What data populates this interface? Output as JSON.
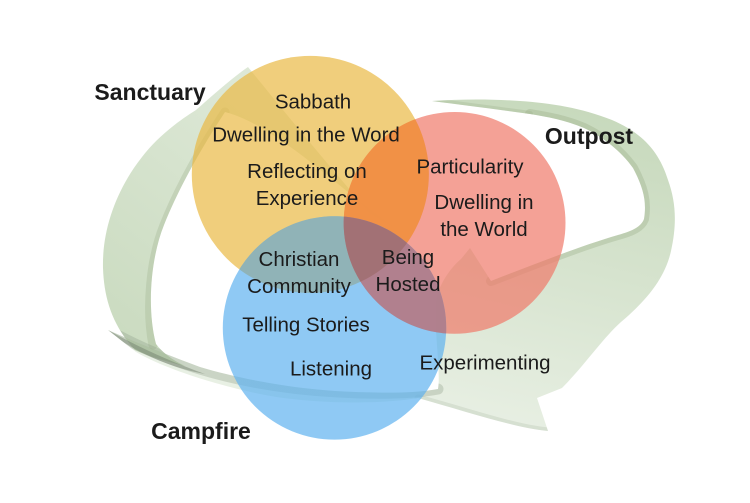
{
  "diagram": {
    "title": "Sanctuary / Outpost / Campfire three-circle diagram with cycle arrows",
    "colors": {
      "background": "#ffffff",
      "text": "#1b1b1b",
      "arrow_sage": "#8eb278",
      "arrow_sage_gray": "#8c9c87",
      "arrow_accent": "#93a67e",
      "arrow_tip_dark": "#6f7d6a",
      "sanctuary_circle": "#eab945",
      "outpost_circle": "#ef7969",
      "campfire_circle": "#5fb2ef",
      "overlap_sanctuary_outpost": "#f09141",
      "overlap_sanctuary_campfire": "#91b2b3",
      "overlap_outpost_campfire": "#b77881",
      "overlap_center": "#a06f73"
    },
    "labels": {
      "sanctuary": "Sanctuary",
      "outpost": "Outpost",
      "campfire": "Campfire"
    },
    "sanctuary_items": {
      "item1": "Sabbath",
      "item2": "Dwelling in the Word",
      "item3": "Reflecting on\nExperience"
    },
    "outpost_items": {
      "item1": "Particularity",
      "item2": "Dwelling in\nthe World"
    },
    "campfire_items": {
      "item1": "Christian\nCommunity",
      "item2": "Telling Stories",
      "item3": "Listening"
    },
    "overlap_items": {
      "outpost_campfire": "Being\nHosted",
      "experimenting": "Experimenting"
    }
  }
}
